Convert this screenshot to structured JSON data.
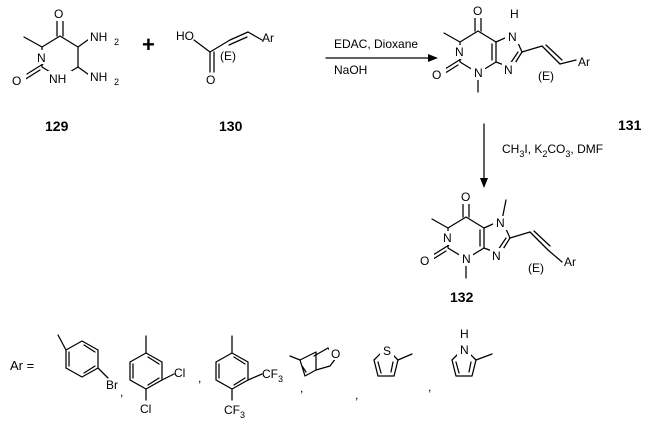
{
  "compounds": {
    "c129": "129",
    "c130": "130",
    "c131": "131",
    "c132": "132"
  },
  "plus_sign": "+",
  "reaction1": {
    "reagent_line1": "EDAC, Dioxane",
    "reagent_line2": "NaOH"
  },
  "reaction2": {
    "reagent_prefix": "CH",
    "reagent_sub1": "3",
    "reagent_mid": "I, K",
    "reagent_sub2": "2",
    "reagent_mid2": "CO",
    "reagent_sub3": "3",
    "reagent_suffix": ", DMF"
  },
  "atoms": {
    "O": "O",
    "N": "N",
    "NH": "NH",
    "H": "H",
    "HO": "HO",
    "Ar": "Ar",
    "E": "(E)",
    "Br": "Br",
    "Cl": "Cl",
    "S": "S",
    "two": "2",
    "CF": "CF",
    "three": "3"
  },
  "ar_definition": {
    "label": "Ar =",
    "separator": ","
  }
}
